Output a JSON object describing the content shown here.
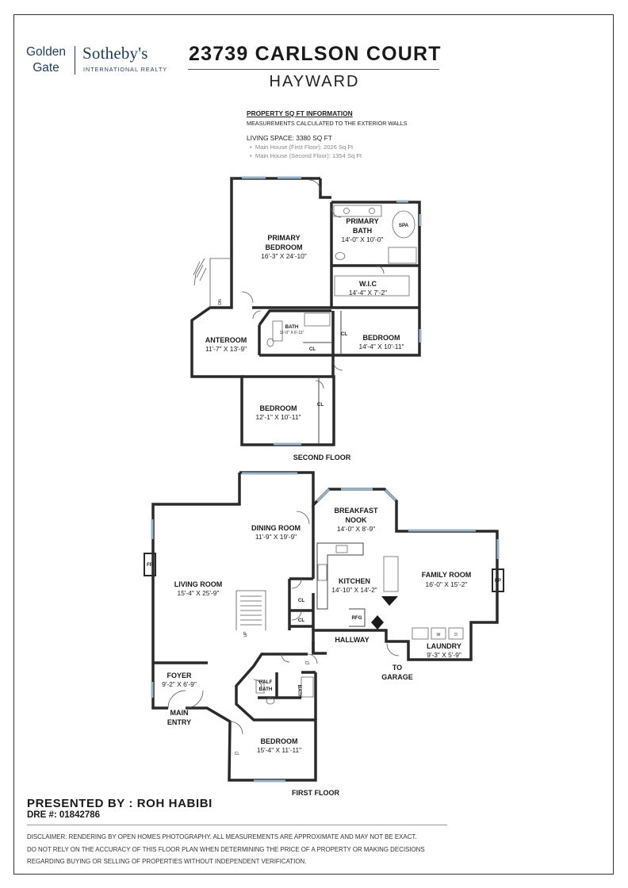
{
  "brand": {
    "golden_gate": "Golden Gate",
    "sothebys": "Sotheby's",
    "international_realty": "INTERNATIONAL REALTY",
    "brand_color": "#1f3b5a"
  },
  "header": {
    "address": "23739 CARLSON COURT",
    "city": "HAYWARD"
  },
  "sqft": {
    "heading": "PROPERTY SQ FT INFORMATION",
    "method": "MEASUREMENTS CALCULATED TO THE EXTERIOR WALLS",
    "living_space": "LIVING SPACE: 3380 SQ FT",
    "items": [
      "Main House (First Floor):  2026 Sq Ft",
      "Main House (Second Floor):  1354 Sq Ft"
    ]
  },
  "second_floor": {
    "floor_label": "SECOND FLOOR",
    "primary_bedroom": {
      "name": "PRIMARY BEDROOM",
      "dims": "16'-3\" X 24'-10\""
    },
    "primary_bath": {
      "name": "PRIMARY BATH",
      "dims": "14'-0\" X 10'-0\""
    },
    "spa": "SPA",
    "wic": {
      "name": "W.I.C",
      "dims": "14'-4\" X 7'-2\""
    },
    "anteroom": {
      "name": "ANTEROOM",
      "dims": "11'-7\" X 13'-9\""
    },
    "bath": {
      "name": "BATH",
      "dims": "11'-0\" X 6'-11\""
    },
    "bedroom_east": {
      "name": "BEDROOM",
      "dims": "14'-4\" X 10'-11\""
    },
    "bedroom_south": {
      "name": "BEDROOM",
      "dims": "12'-1\" X 10'-11\""
    },
    "cl": "CL",
    "dn": "DN"
  },
  "first_floor": {
    "floor_label": "FIRST FLOOR",
    "breakfast_nook": {
      "name": "BREAKFAST NOOK",
      "dims": "14'-0\" X 8'-9\""
    },
    "dining_room": {
      "name": "DINING ROOM",
      "dims": "11'-9\" X 19'-9\""
    },
    "family_room": {
      "name": "FAMILY ROOM",
      "dims": "16'-0\" X 15'-2\""
    },
    "living_room": {
      "name": "LIVING ROOM",
      "dims": "15'-4\" X 25'-9\""
    },
    "kitchen": {
      "name": "KITCHEN",
      "dims": "14'-10\" X 14'-2\""
    },
    "laundry": {
      "name": "LAUNDRY",
      "dims": "9'-3\" X 5'-9\""
    },
    "foyer": {
      "name": "FOYER",
      "dims": "9'-2\" X 6'-9\""
    },
    "bedroom": {
      "name": "BEDROOM",
      "dims": "15'-4\" X 11'-11\""
    },
    "half_bath": "HALF BATH",
    "bath": "BATH",
    "hallway": "HALLWAY",
    "main_entry": "MAIN ENTRY",
    "to_garage": "TO GARAGE",
    "fp": "FP",
    "rfg": "RFG",
    "cl": "CL",
    "up": "UP",
    "w": "W",
    "d": "D"
  },
  "footer": {
    "presented_by": "PRESENTED BY : ROH HABIBI",
    "dre": "DRE #: 01842786",
    "disclaimer": [
      "DISCLAIMER: RENDERING BY OPEN HOMES PHOTOGRAPHY. ALL MEASUREMENTS ARE APPROXIMATE AND MAY NOT BE EXACT.",
      "DO NOT RELY ON THE ACCURACY OF THIS FLOOR PLAN WHEN DETERMINING THE PRICE OF A PROPERTY OR MAKING DECISIONS",
      "REGARDING BUYING OR SELLING OF PROPERTIES WITHOUT INDEPENDENT VERIFICATION."
    ]
  }
}
